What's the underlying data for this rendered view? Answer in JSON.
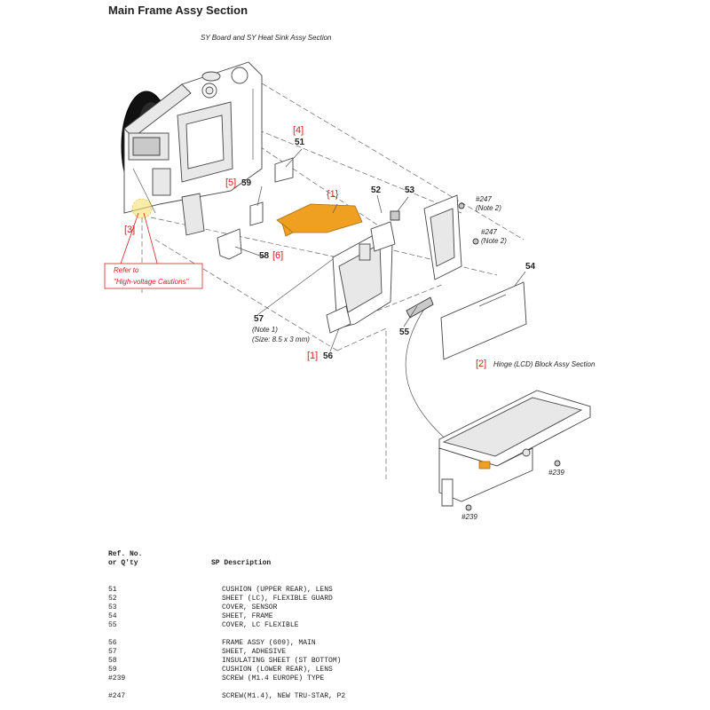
{
  "title": "Main Frame Assy Section",
  "diagram": {
    "section_sy": "SY Board and SY Heat Sink Assy Section",
    "section_hinge": "Hinge (LCD) Block Assy Section",
    "refer_to_1": "Refer to",
    "refer_to_2": "\"High-voltage Cautions\"",
    "tags": {
      "t1": "[1]",
      "t2": "[2]",
      "t3": "[3]",
      "t4": "[4]",
      "t5": "[5]",
      "t6": "[6]",
      "t1b": "{1}"
    },
    "parts": {
      "p51": "51",
      "p52": "52",
      "p53": "53",
      "p54": "54",
      "p55": "55",
      "p56": "56",
      "p57": "57",
      "p58": "58",
      "p59": "59"
    },
    "screws": {
      "s247a": "#247",
      "s247a_note": "(Note 2)",
      "s247b": "#247",
      "s247b_note": "(Note 2)",
      "s239a": "#239",
      "s239b": "#239"
    },
    "note1": "(Note 1)",
    "size": "(Size: 8.5 x 3 mm)"
  },
  "table": {
    "header_ref_1": "Ref. No.",
    "header_ref_2": "or Q'ty",
    "header_sp": "SP",
    "header_desc": "Description",
    "group1": [
      {
        "ref": "51",
        "desc": "CUSHION (UPPER REAR), LENS"
      },
      {
        "ref": "52",
        "desc": "SHEET (LC), FLEXIBLE GUARD"
      },
      {
        "ref": "53",
        "desc": "COVER, SENSOR"
      },
      {
        "ref": "54",
        "desc": "SHEET, FRAME"
      },
      {
        "ref": "55",
        "desc": "COVER, LC FLEXIBLE"
      }
    ],
    "group2": [
      {
        "ref": "56",
        "desc": "FRAME ASSY (609), MAIN"
      },
      {
        "ref": "57",
        "desc": "SHEET, ADHESIVE"
      },
      {
        "ref": "58",
        "desc": "INSULATING SHEET (ST BOTTOM)"
      },
      {
        "ref": "59",
        "desc": "CUSHION (LOWER REAR), LENS"
      },
      {
        "ref": "#239",
        "desc": "SCREW (M1.4 EUROPE) TYPE"
      }
    ],
    "group3": [
      {
        "ref": "#247",
        "desc": "SCREW(M1.4), NEW TRU-STAR, P2"
      }
    ]
  }
}
